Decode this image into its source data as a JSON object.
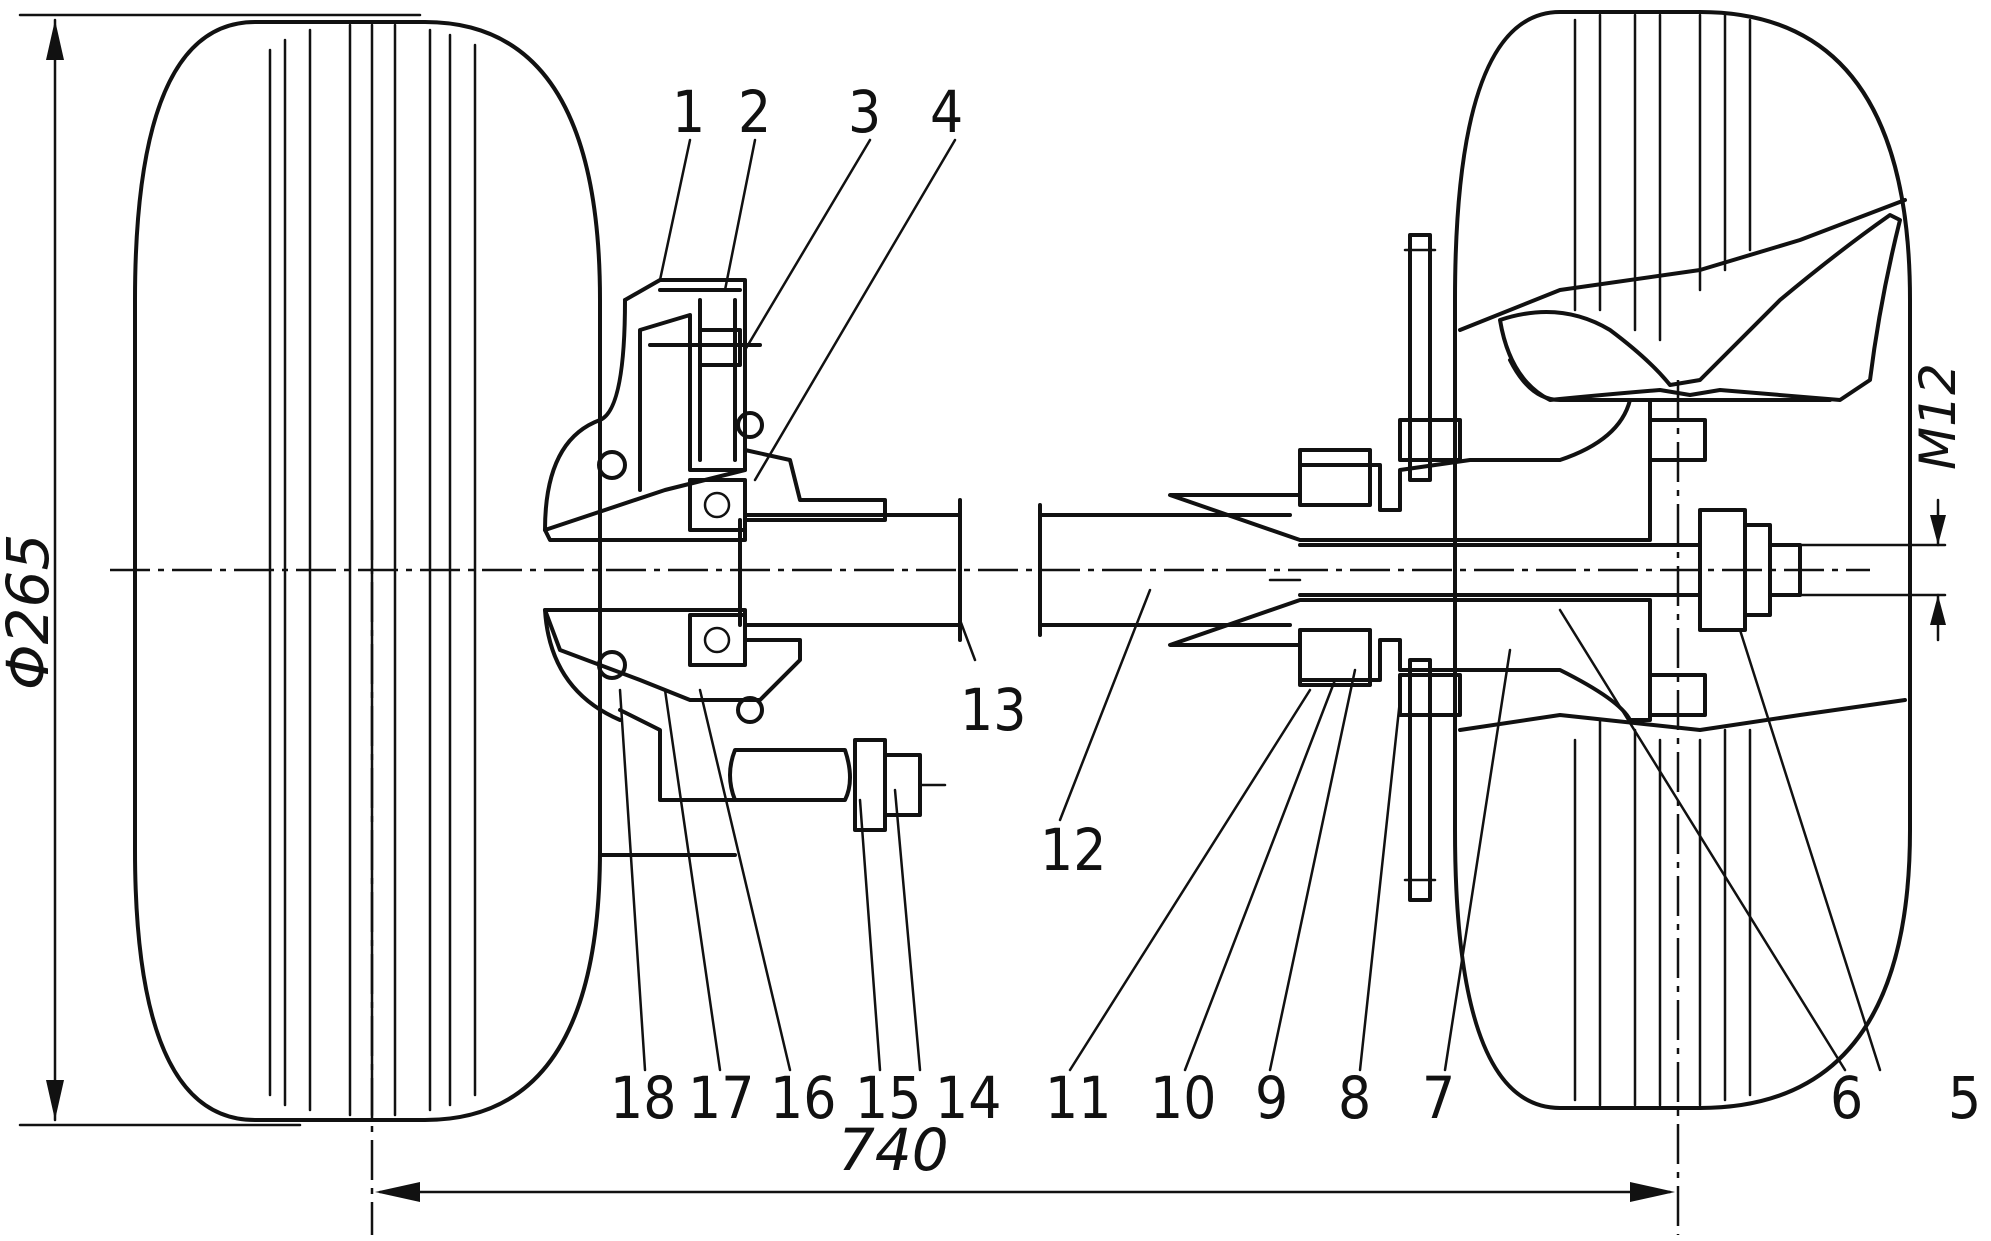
{
  "labels": {
    "l1": "1",
    "l2": "2",
    "l3": "3",
    "l4": "4",
    "l5": "5",
    "l6": "6",
    "l7": "7",
    "l8": "8",
    "l9": "9",
    "l10": "10",
    "l11": "11",
    "l12": "12",
    "l13": "13",
    "l14": "14",
    "l15": "15",
    "l16": "16",
    "l17": "17",
    "l18": "18"
  },
  "dimensions": {
    "diameter": "Φ265",
    "track": "740",
    "thread": "M12"
  }
}
